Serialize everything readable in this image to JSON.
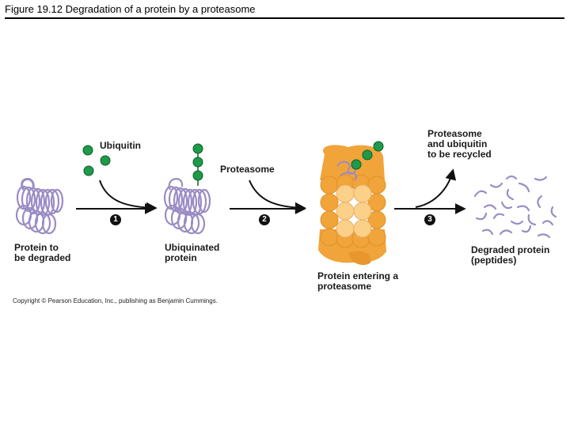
{
  "figure": {
    "title": "Figure 19.12  Degradation of a protein by a proteasome",
    "copyright": "Copyright © Pearson Education, Inc., publishing as Benjamin Cummings."
  },
  "labels": {
    "ubiquitin": "Ubiquitin",
    "proteasome": "Proteasome",
    "recycled_line1": "Proteasome",
    "recycled_line2": "and ubiquitin",
    "recycled_line3": "to be recycled",
    "protein_to_line1": "Protein to",
    "protein_to_line2": "be degraded",
    "ubiquinated_line1": "Ubiquinated",
    "ubiquinated_line2": "protein",
    "entering_line1": "Protein entering a",
    "entering_line2": "proteasome",
    "degraded_line1": "Degraded protein",
    "degraded_line2": "(peptides)"
  },
  "steps": [
    "1",
    "2",
    "3"
  ],
  "colors": {
    "protein": "#9b8cc4",
    "ubiquitin": "#1f9a4a",
    "proteasome": "#f0a43a",
    "proteasome_ring": "#fbd089",
    "arrow": "#111111"
  }
}
